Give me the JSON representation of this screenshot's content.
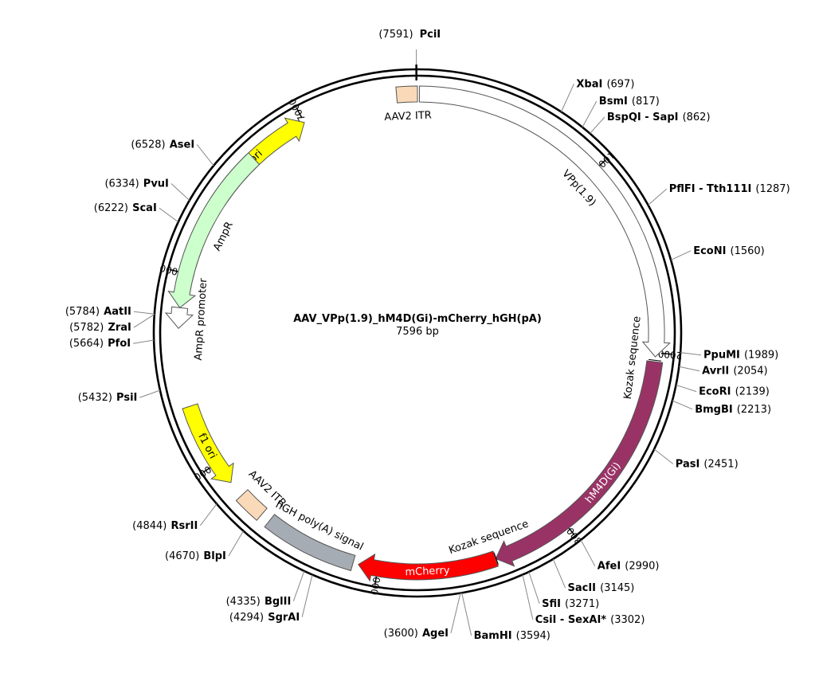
{
  "plasmid": {
    "name": "AAV_VPp(1.9)_hM4D(Gi)-mCherry_hGH(pA)",
    "size_label": "7596 bp",
    "length": 7596
  },
  "colors": {
    "ori": "#ffff00",
    "itr": "#f9d9b8",
    "vpp": "#ffffff",
    "hm4d": "#993366",
    "mcherry": "#ff0000",
    "hgh": "#a6acb3",
    "ampr": "#ccffcc",
    "backbone": "#000000"
  },
  "features": [
    {
      "label": "ori",
      "start": 6400,
      "end": 7000,
      "dir": 1,
      "color": "#ffff00",
      "label_color": "#000000"
    },
    {
      "label": "AAV2 ITR",
      "start": 7490,
      "end": 7596,
      "dir": 0,
      "color": "#f9d9b8",
      "label_color": "#000000"
    },
    {
      "label": "VPp(1.9)",
      "start": 10,
      "end": 2020,
      "dir": 1,
      "color": "#ffffff",
      "label_color": "#000000"
    },
    {
      "label": "Kozak sequence",
      "start": 2030,
      "end": 2045,
      "dir": 0,
      "color": "#ffffff",
      "label_color": "#000000"
    },
    {
      "label": "hM4D(Gi)",
      "start": 2045,
      "end": 3395,
      "dir": 1,
      "color": "#993366",
      "label_color": "#ffffff"
    },
    {
      "label": "mCherry",
      "start": 3395,
      "end": 4100,
      "dir": 1,
      "color": "#ff0000",
      "label_color": "#ffffff"
    },
    {
      "label": "Kozak sequence",
      "start": 3385,
      "end": 3400,
      "dir": 0,
      "color": "#ffffff",
      "label_color": "#000000"
    },
    {
      "label": "hGH poly(A) signal",
      "start": 4128,
      "end": 4605,
      "dir": 0,
      "color": "#a6acb3",
      "label_color": "#000000"
    },
    {
      "label": "AAV2 ITR",
      "start": 4655,
      "end": 4795,
      "dir": 0,
      "color": "#f9d9b8",
      "label_color": "#000000"
    },
    {
      "label": "f1 ori",
      "start": 4880,
      "end": 5320,
      "dir": -1,
      "color": "#ffff00",
      "label_color": "#000000"
    },
    {
      "label": "AmpR promoter",
      "start": 5720,
      "end": 5825,
      "dir": -1,
      "color": "#ffffff",
      "label_color": "#000000"
    },
    {
      "label": "AmpR",
      "start": 5825,
      "end": 6685,
      "dir": -1,
      "color": "#ccffcc",
      "label_color": "#000000"
    }
  ],
  "ticks": [
    {
      "pos": 1000,
      "label": "1000"
    },
    {
      "pos": 2000,
      "label": "2000"
    },
    {
      "pos": 3000,
      "label": "3000"
    },
    {
      "pos": 4000,
      "label": "4000"
    },
    {
      "pos": 5000,
      "label": "5000"
    },
    {
      "pos": 6000,
      "label": "6000"
    },
    {
      "pos": 7000,
      "label": "7000"
    }
  ],
  "sites": [
    {
      "name": "PciI",
      "pos_label": "(7591)",
      "pos": 7591,
      "side": "top"
    },
    {
      "name": "XbaI",
      "pos_label": "(697)",
      "pos": 697,
      "side": "right"
    },
    {
      "name": "BsmI",
      "pos_label": "(817)",
      "pos": 817,
      "side": "right"
    },
    {
      "name": "BspQI - SapI",
      "pos_label": "(862)",
      "pos": 862,
      "side": "right"
    },
    {
      "name": "PflFI - Tth111I",
      "pos_label": "(1287)",
      "pos": 1287,
      "side": "right"
    },
    {
      "name": "EcoNI",
      "pos_label": "(1560)",
      "pos": 1560,
      "side": "right"
    },
    {
      "name": "PpuMI",
      "pos_label": "(1989)",
      "pos": 1989,
      "side": "right"
    },
    {
      "name": "AvrII",
      "pos_label": "(2054)",
      "pos": 2054,
      "side": "right"
    },
    {
      "name": "EcoRI",
      "pos_label": "(2139)",
      "pos": 2139,
      "side": "right"
    },
    {
      "name": "BmgBI",
      "pos_label": "(2213)",
      "pos": 2213,
      "side": "right"
    },
    {
      "name": "PasI",
      "pos_label": "(2451)",
      "pos": 2451,
      "side": "right"
    },
    {
      "name": "AfeI",
      "pos_label": "(2990)",
      "pos": 2990,
      "side": "right"
    },
    {
      "name": "SacII",
      "pos_label": "(3145)",
      "pos": 3145,
      "side": "right"
    },
    {
      "name": "SfiI",
      "pos_label": "(3271)",
      "pos": 3271,
      "side": "right"
    },
    {
      "name": "CsiI - SexAI*",
      "pos_label": "(3302)",
      "pos": 3302,
      "side": "right"
    },
    {
      "name": "BamHI",
      "pos_label": "(3594)",
      "pos": 3594,
      "side": "right"
    },
    {
      "name": "AgeI",
      "pos_label": "(3600)",
      "pos": 3600,
      "side": "left"
    },
    {
      "name": "SgrAI",
      "pos_label": "(4294)",
      "pos": 4294,
      "side": "left"
    },
    {
      "name": "BglII",
      "pos_label": "(4335)",
      "pos": 4335,
      "side": "left"
    },
    {
      "name": "BlpI",
      "pos_label": "(4670)",
      "pos": 4670,
      "side": "left"
    },
    {
      "name": "RsrII",
      "pos_label": "(4844)",
      "pos": 4844,
      "side": "left"
    },
    {
      "name": "PsiI",
      "pos_label": "(5432)",
      "pos": 5432,
      "side": "left"
    },
    {
      "name": "PfoI",
      "pos_label": "(5664)",
      "pos": 5664,
      "side": "left"
    },
    {
      "name": "ZraI",
      "pos_label": "(5782)",
      "pos": 5782,
      "side": "left"
    },
    {
      "name": "AatII",
      "pos_label": "(5784)",
      "pos": 5784,
      "side": "left"
    },
    {
      "name": "ScaI",
      "pos_label": "(6222)",
      "pos": 6222,
      "side": "left"
    },
    {
      "name": "PvuI",
      "pos_label": "(6334)",
      "pos": 6334,
      "side": "left"
    },
    {
      "name": "AseI",
      "pos_label": "(6528)",
      "pos": 6528,
      "side": "left"
    }
  ]
}
